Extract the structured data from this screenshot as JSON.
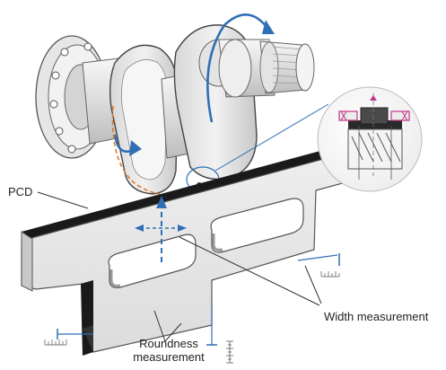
{
  "labels": {
    "pcd": "PCD",
    "width": "Width measurement",
    "roundness_line1": "Roundness",
    "roundness_line2": "measurement"
  },
  "colors": {
    "accent_blue": "#2e6fb6",
    "dash_orange": "#e07a2a",
    "magenta": "#c2368a",
    "bar_dark": "#1a1a1a",
    "bar_light": "#e8e8e8",
    "line_gray": "#6b6b6b"
  },
  "icons": [
    "crankshaft-illustration",
    "measuring-bar",
    "magnifier-circle",
    "dial-gauge-icon",
    "rotation-arrow-icon"
  ]
}
